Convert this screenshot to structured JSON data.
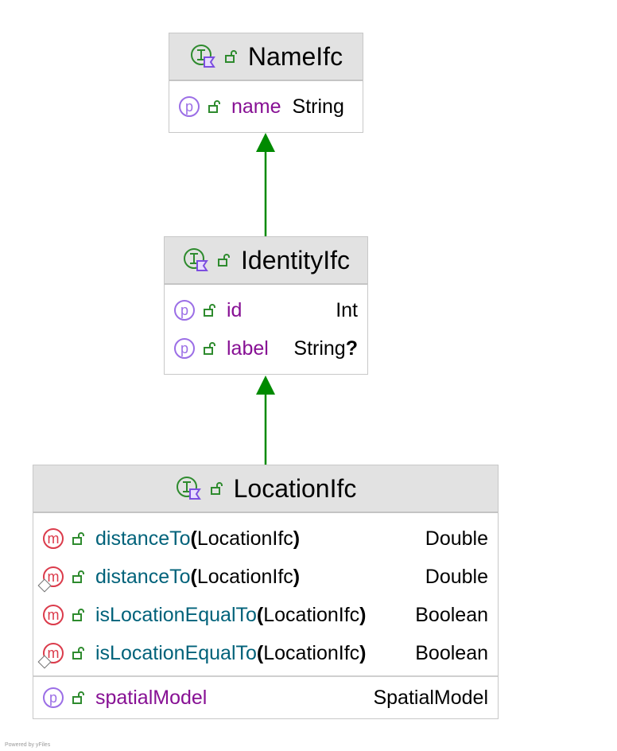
{
  "diagram": {
    "classes": [
      {
        "id": "nameifc",
        "title": "NameIfc",
        "properties": [
          {
            "name": "name",
            "type": "String",
            "nullable": ""
          }
        ]
      },
      {
        "id": "identityifc",
        "title": "IdentityIfc",
        "properties": [
          {
            "name": "id",
            "type": "Int",
            "nullable": ""
          },
          {
            "name": "label",
            "type": "String",
            "nullable": "?"
          }
        ]
      },
      {
        "id": "locationifc",
        "title": "LocationIfc",
        "methods": [
          {
            "name": "distanceTo",
            "open_paren": "(",
            "params": "LocationIfc",
            "close_paren": ")",
            "type": "Double",
            "overridden": false
          },
          {
            "name": "distanceTo",
            "open_paren": "(",
            "params": "LocationIfc",
            "close_paren": ")",
            "type": "Double",
            "overridden": true
          },
          {
            "name": "isLocationEqualTo",
            "open_paren": "(",
            "params": "LocationIfc",
            "close_paren": ")",
            "type": "Boolean",
            "overridden": false
          },
          {
            "name": "isLocationEqualTo",
            "open_paren": "(",
            "params": "LocationIfc",
            "close_paren": ")",
            "type": "Boolean",
            "overridden": true
          }
        ],
        "properties": [
          {
            "name": "spatialModel",
            "type": "SpatialModel",
            "nullable": ""
          }
        ]
      }
    ],
    "edges": [
      {
        "from": "identityifc",
        "to": "nameifc",
        "kind": "inheritance"
      },
      {
        "from": "locationifc",
        "to": "identityifc",
        "kind": "inheritance"
      }
    ],
    "icons": {
      "property_badge": "p",
      "method_badge": "m",
      "interface": "interface-icon",
      "visibility": "public-lock-icon",
      "override": "override-diamond-icon"
    },
    "colors": {
      "property_name": "#871094",
      "method_name": "#00627a",
      "property_badge": "#9b6ee6",
      "method_badge": "#db3b4b",
      "edge": "#008a00",
      "lock": "#2e8b2e",
      "header_bg": "#e2e2e2"
    }
  },
  "footer": {
    "powered_by": "Powered by yFiles"
  }
}
